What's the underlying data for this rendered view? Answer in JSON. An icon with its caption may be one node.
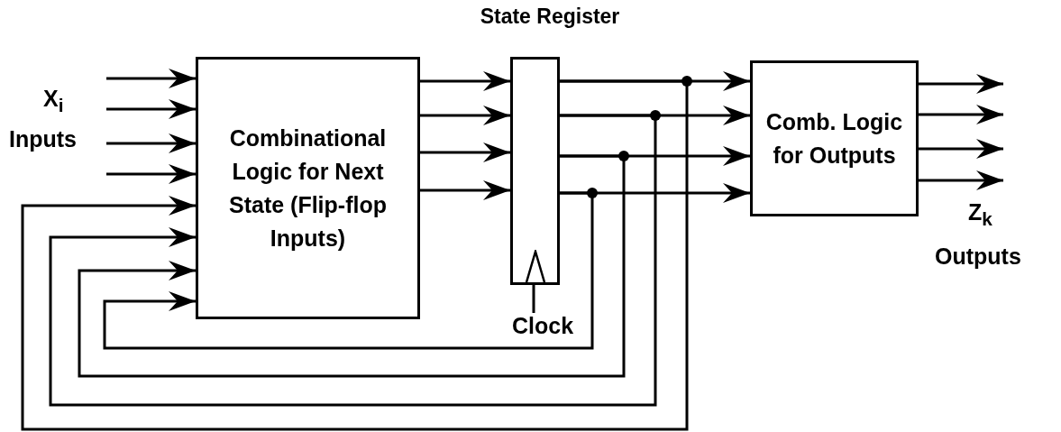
{
  "diagram": {
    "nodes": [
      {
        "text": [
          "Combinational Logic for Next State (Flip-flop Inputs)"
        ]
      },
      {
        "text": [
          "State Register"
        ]
      },
      {
        "text": [
          "Comb. Logic for Outputs"
        ]
      },
      {
        "text": [
          "Clock"
        ]
      }
    ],
    "edges": [
      {
        "from": null,
        "to": 0,
        "arrow": "to"
      },
      {
        "from": null,
        "to": 0,
        "arrow": "to"
      },
      {
        "from": null,
        "to": 0,
        "arrow": "to"
      },
      {
        "from": null,
        "to": 0,
        "arrow": "to"
      },
      {
        "from": 0,
        "to": 1,
        "arrow": "to"
      },
      {
        "from": 0,
        "to": 1,
        "arrow": "to"
      },
      {
        "from": 0,
        "to": 1,
        "arrow": "to"
      },
      {
        "from": 0,
        "to": 1,
        "arrow": "to"
      },
      {
        "from": 1,
        "to": 2,
        "arrow": "to"
      },
      {
        "from": 1,
        "to": 2,
        "arrow": "to"
      },
      {
        "from": 1,
        "to": 2,
        "arrow": "to"
      },
      {
        "from": 1,
        "to": 2,
        "arrow": "to"
      },
      {
        "from": 1,
        "to": 0,
        "arrow": "to"
      },
      {
        "from": 1,
        "to": 0,
        "arrow": "to"
      },
      {
        "from": 1,
        "to": 0,
        "arrow": "to"
      },
      {
        "from": 1,
        "to": 0,
        "arrow": "to"
      },
      {
        "from": 2,
        "to": null,
        "arrow": "to"
      },
      {
        "from": 2,
        "to": null,
        "arrow": "to"
      },
      {
        "from": 2,
        "to": null,
        "arrow": "to"
      },
      {
        "from": 2,
        "to": null,
        "arrow": "to"
      },
      {
        "from": 3,
        "to": 1,
        "arrow": "none"
      }
    ],
    "labels": [
      "X$_{i}$",
      "Inputs",
      "Z$_{k}$",
      "Outputs"
    ]
  }
}
